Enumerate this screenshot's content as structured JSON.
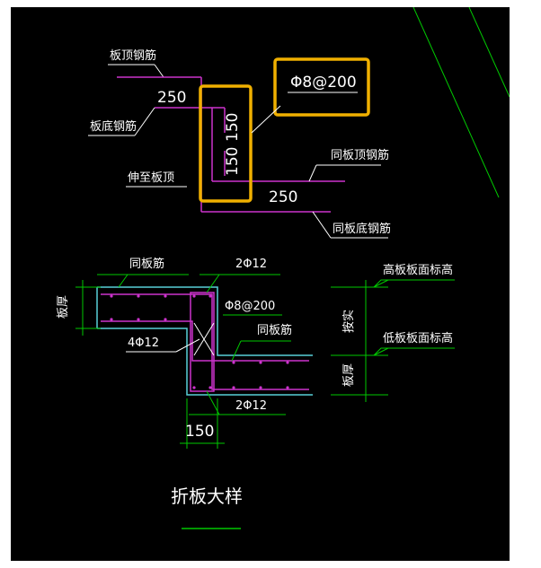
{
  "title": "折板大样",
  "colors": {
    "background": "#000000",
    "rebar": "#cc33cc",
    "concrete": "#58d0d8",
    "dim_line": "#00c800",
    "highlight": "#f0b000",
    "text": "#ffffff"
  },
  "top_detail": {
    "slab_top_rebar": "板顶钢筋",
    "slab_bottom_rebar": "板底钢筋",
    "extend_to_slab_top": "伸至板顶",
    "same_slab_top_rebar": "同板顶钢筋",
    "same_slab_bottom_rebar": "同板底钢筋",
    "dim_250_top": "250",
    "dim_150_a": "150",
    "dim_150_b": "150",
    "dim_250_bottom": "250",
    "stirrup_label": "Φ8@200"
  },
  "bottom_detail": {
    "same_slab_rebar_left": "同板筋",
    "top_bars": "2Φ12",
    "stirrup": "Φ8@200",
    "same_slab_rebar_right": "同板筋",
    "middle_bars": "4Φ12",
    "bottom_bars": "2Φ12",
    "width_dim": "150",
    "slab_thickness_left": "板厚",
    "high_slab_elevation": "高板板面标高",
    "height_diff": "按实",
    "low_slab_elevation": "低板板面标高",
    "slab_thickness_right": "板厚"
  }
}
